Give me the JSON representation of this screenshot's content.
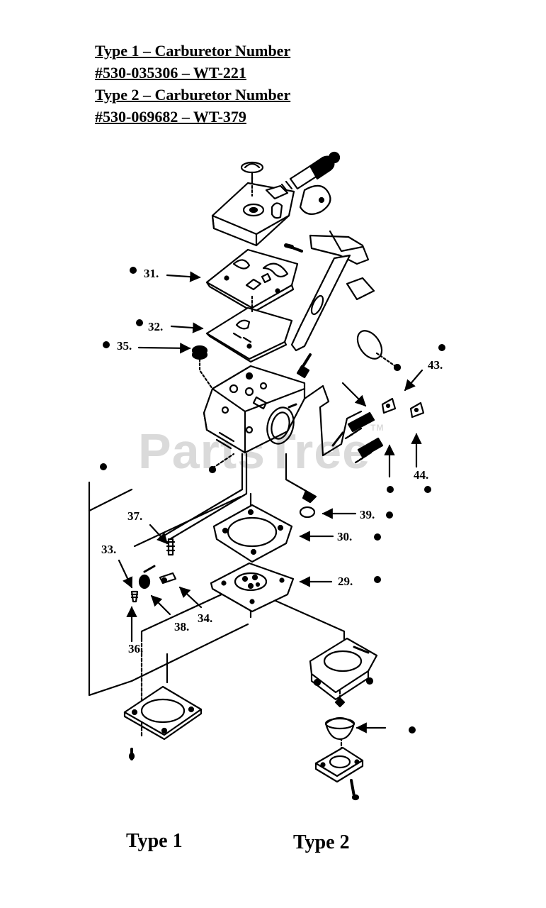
{
  "header": {
    "line1": "Type 1 – Carburetor Number",
    "line2": "#530-035306 – WT-221",
    "line3": "Type 2 – Carburetor Number",
    "line4": "#530-069682 – WT-379"
  },
  "watermark": {
    "text": "PartsTree",
    "mark": "TM"
  },
  "callouts": {
    "c31": "31.",
    "c32": "32.",
    "c35": "35.",
    "c43": "43.",
    "c44": "44.",
    "c37": "37.",
    "c33": "33.",
    "c39": "39.",
    "c30": "30.",
    "c29": "29.",
    "c38": "38.",
    "c34": "34.",
    "c36": "36."
  },
  "types": {
    "type1": "Type 1",
    "type2": "Type 2"
  }
}
